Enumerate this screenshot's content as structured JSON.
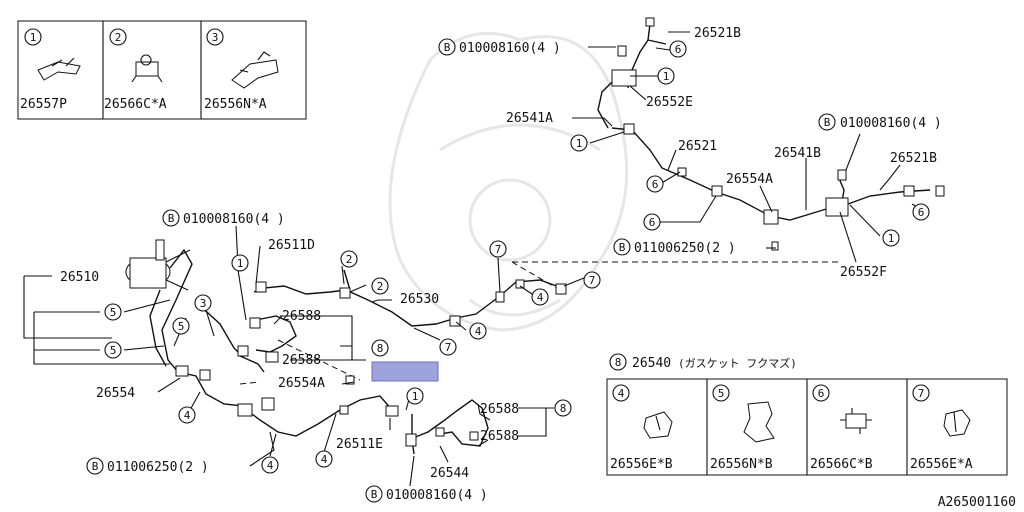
{
  "legend_top": [
    {
      "num": "1",
      "part": "26557P",
      "icon": "clip-bracket-icon"
    },
    {
      "num": "2",
      "part": "26566C*A",
      "icon": "pipe-clip-icon"
    },
    {
      "num": "3",
      "part": "26556N*A",
      "icon": "hose-bracket-icon"
    }
  ],
  "legend_bottom": {
    "header_num": "8",
    "header_part": "26540",
    "header_note": "(ガスケット フクマズ)",
    "items": [
      {
        "num": "4",
        "part": "26556E*B",
        "icon": "clamp-icon"
      },
      {
        "num": "5",
        "part": "26556N*B",
        "icon": "hose-clip-icon"
      },
      {
        "num": "6",
        "part": "26566C*B",
        "icon": "pipe-clip-icon"
      },
      {
        "num": "7",
        "part": "26556E*A",
        "icon": "clamp-icon"
      }
    ]
  },
  "bolt_symbol": "B",
  "labels": {
    "p26521B_top": "26521B",
    "bolt_top": "010008160(4 )",
    "p26541A": "26541A",
    "p26552E": "26552E",
    "p26521": "26521",
    "bolt_right": "010008160(4 )",
    "p26541B": "26541B",
    "p26521B_right": "26521B",
    "p26554A_top": "26554A",
    "bolt_mid_right": "011006250(2 )",
    "p26552F": "26552F",
    "bolt_left": "010008160(4 )",
    "p26511D": "26511D",
    "p26510": "26510",
    "p26530": "26530",
    "p26588_a": "26588",
    "p26588_b": "26588",
    "p26554": "26554",
    "p26554A_bottom": "26554A",
    "p26511E": "26511E",
    "p26588_c": "26588",
    "p26588_d": "26588",
    "p26544": "26544",
    "bolt_bottom_left": "011006250(2 )",
    "bolt_bottom": "010008160(4 )",
    "diagram_id": "A265001160"
  },
  "callouts": {
    "c1": "1",
    "c2": "2",
    "c3": "3",
    "c4": "4",
    "c5": "5",
    "c6": "6",
    "c7": "7",
    "c8": "8"
  },
  "highlight_color": "#9fa3dc"
}
